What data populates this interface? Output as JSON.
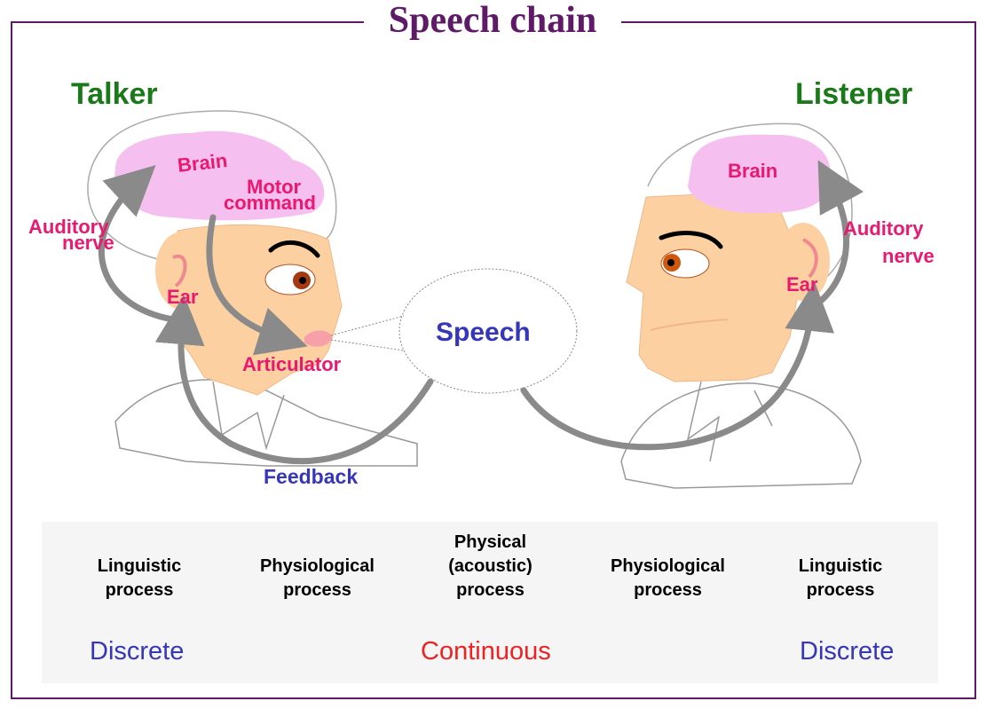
{
  "title": "Speech chain",
  "talker": {
    "label": "Talker",
    "brain": "Brain",
    "motor_command_line1": "Motor",
    "motor_command_line2": "command",
    "auditory_nerve_line1": "Auditory",
    "auditory_nerve_line2": "nerve",
    "ear": "Ear",
    "articulator": "Articulator"
  },
  "listener": {
    "label": "Listener",
    "brain": "Brain",
    "auditory_nerve_line1": "Auditory",
    "auditory_nerve_line2": "nerve",
    "ear": "Ear"
  },
  "speech": "Speech",
  "feedback": "Feedback",
  "processes": [
    {
      "label": "Linguistic\nprocess"
    },
    {
      "label": "Physiological\nprocess"
    },
    {
      "label": "Physical\n(acoustic)\nprocess"
    },
    {
      "label": "Physiological\nprocess"
    },
    {
      "label": "Linguistic\nprocess"
    }
  ],
  "categories": {
    "discrete_left": "Discrete",
    "continuous": "Continuous",
    "discrete_right": "Discrete"
  },
  "colors": {
    "title": "#5e1a66",
    "heading": "#1a7a1a",
    "organ_label": "#e8196e",
    "discrete": "#3636b8",
    "continuous": "#ee2222",
    "skin": "#fcd0a1",
    "brain": "#f5c0f0",
    "arrow": "#8a8a8a"
  }
}
